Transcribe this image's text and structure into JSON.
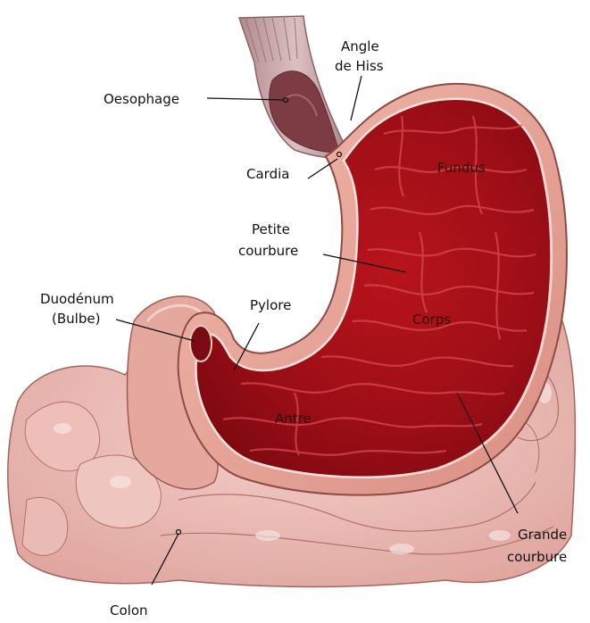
{
  "labels": {
    "oesophage": "Oesophage",
    "angle_line1": "Angle",
    "angle_line2": "de Hiss",
    "cardia": "Cardia",
    "fundus": "Fundus",
    "petite_line1": "Petite",
    "petite_line2": "courbure",
    "duodenum_line1": "Duodénum",
    "duodenum_line2": "(Bulbe)",
    "pylore": "Pylore",
    "corps": "Corps",
    "antre": "Antre",
    "grande_line1": "Grande",
    "grande_line2": "courbure",
    "colon": "Colon"
  },
  "colors": {
    "background": "#ffffff",
    "stomach_lining": "#a5101a",
    "stomach_wall": "#e8a79a",
    "intestine": "#e9b9b2",
    "esophagus": "#c9a3a3",
    "label_text": "#111111"
  }
}
